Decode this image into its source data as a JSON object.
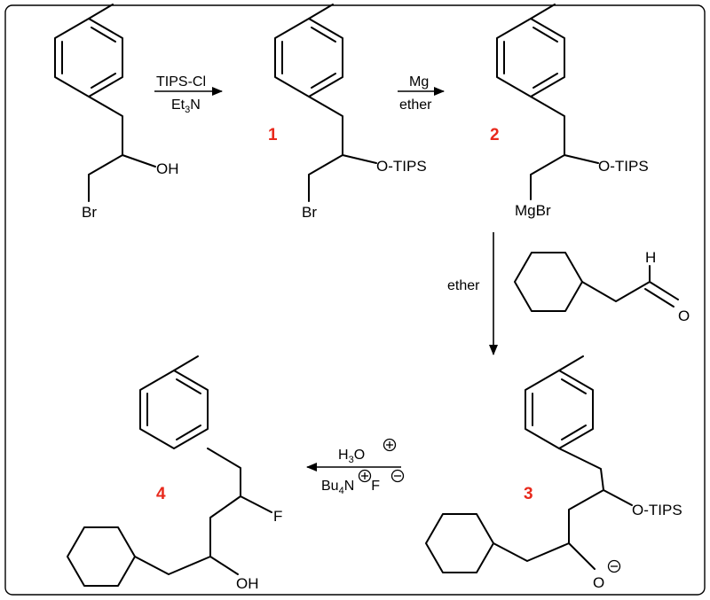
{
  "accent_color": "#e8291c",
  "step1": {
    "reagent_top": "TIPS-Cl",
    "reagent_bottom_main": "Et",
    "reagent_bottom_sub": "3",
    "reagent_bottom_end": "N"
  },
  "step2": {
    "reagent_top": "Mg",
    "reagent_bottom": "ether"
  },
  "step3": {
    "reagent": "ether"
  },
  "step4": {
    "reagent_top_main": "H",
    "reagent_top_sub": "3",
    "reagent_top_end": "O",
    "reagent_bottom_main": "Bu",
    "reagent_bottom_sub": "4",
    "reagent_bottom_mid": "N",
    "reagent_bottom_end": "F"
  },
  "start": {
    "oh": "OH",
    "br": "Br"
  },
  "compound1": {
    "number": "1",
    "otips": "O-TIPS",
    "br": "Br"
  },
  "compound2": {
    "number": "2",
    "otips": "O-TIPS",
    "mgbr": "MgBr"
  },
  "aldehyde": {
    "h": "H",
    "o": "O"
  },
  "compound3": {
    "number": "3",
    "otips": "O-TIPS",
    "o": "O"
  },
  "compound4": {
    "number": "4",
    "f": "F",
    "oh": "OH"
  }
}
